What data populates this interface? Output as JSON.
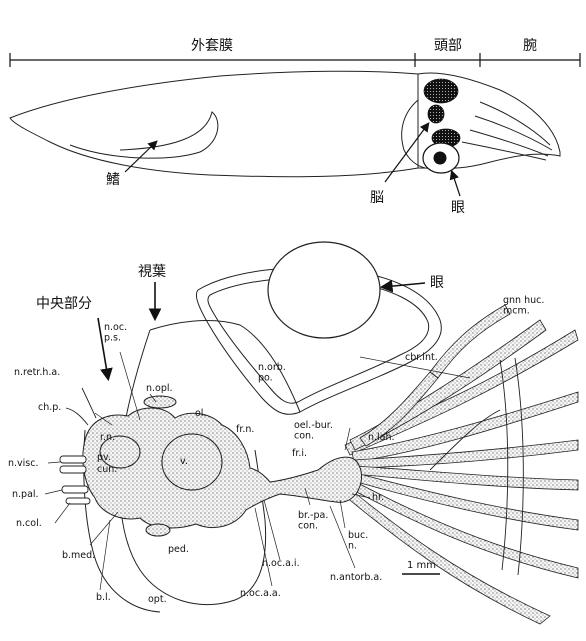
{
  "top_figure": {
    "section_labels": {
      "mantle": "外套膜",
      "head": "頭部",
      "arm": "腕"
    },
    "callouts": {
      "fin": "鰭",
      "brain": "脳",
      "eye": "眼"
    }
  },
  "bottom_figure": {
    "callouts": {
      "optic_lobe": "視葉",
      "central_part": "中央部分",
      "eye": "眼"
    },
    "labels": {
      "n_oc_ps": "n.oc.\np.s.",
      "n_opl": "n.opl.",
      "n_orb_po": "n.orb.\npo.",
      "gnn_huc_mcm": "gnn huc.\nmcm.",
      "cbr_int": "cbr.int.",
      "n_retr_h_a": "n.retr.h.a.",
      "ch_p": "ch.p.",
      "ol": "ol.",
      "fr_n": "fr.n.",
      "oel_bur_con": "oel.-bur.\ncon.",
      "n_lah": "n.lah.",
      "r_n": "r.n.",
      "pv": "pv.",
      "cun": "cun.",
      "v": "v.",
      "fr_i": "fr.i.",
      "n_visc": "n.visc.",
      "n_pal": "n.pal.",
      "hr": "hr.",
      "n_col": "n.col.",
      "br_pa_con": "br.-pa.\ncon.",
      "buc_n": "buc.\nn.",
      "ped": "ped.",
      "b_med": "b.med.",
      "n_oc_a_i": "n.oc.a.i.",
      "n_antorb_a": "n.antorb.a.",
      "n_oc_a_a": "n.oc.a.a.",
      "b_l": "b.l.",
      "opt": "opt."
    },
    "scale_bar": "1 mm"
  }
}
